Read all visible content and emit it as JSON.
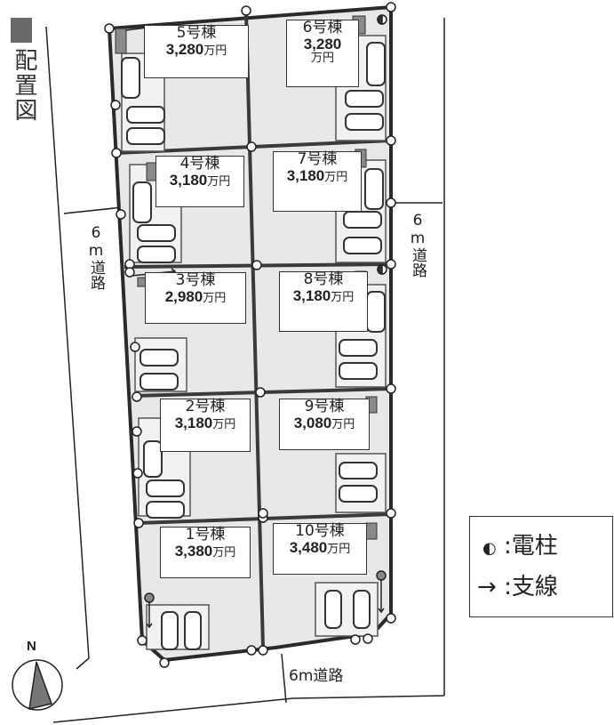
{
  "title": "配置図",
  "roads": {
    "west": {
      "width": "6",
      "unit": "m",
      "label": "道路"
    },
    "east": {
      "width": "6",
      "unit": "m",
      "label": "道路"
    },
    "south": {
      "label": "6m道路"
    }
  },
  "lots": [
    {
      "id": "5",
      "name": "5号棟",
      "price": "3,280",
      "unit": "万円"
    },
    {
      "id": "6",
      "name": "6号棟",
      "price": "3,280",
      "unit": "万円"
    },
    {
      "id": "4",
      "name": "4号棟",
      "price": "3,180",
      "unit": "万円"
    },
    {
      "id": "7",
      "name": "7号棟",
      "price": "3,180",
      "unit": "万円"
    },
    {
      "id": "3",
      "name": "3号棟",
      "price": "2,980",
      "unit": "万円"
    },
    {
      "id": "8",
      "name": "8号棟",
      "price": "3,180",
      "unit": "万円"
    },
    {
      "id": "2",
      "name": "2号棟",
      "price": "3,180",
      "unit": "万円"
    },
    {
      "id": "9",
      "name": "9号棟",
      "price": "3,080",
      "unit": "万円"
    },
    {
      "id": "1",
      "name": "1号棟",
      "price": "3,380",
      "unit": "万円"
    },
    {
      "id": "10",
      "name": "10号棟",
      "price": "3,480",
      "unit": "万円"
    }
  ],
  "legend": {
    "pole_symbol": "◐",
    "pole_label": ":電柱",
    "guy_symbol": "→",
    "guy_label": ":支線"
  },
  "compass": {
    "label": "N"
  },
  "colors": {
    "lot_fill": "#e8e8e8",
    "boundary": "#2a2a2a",
    "meter_box": "#8a8a8a",
    "title_square": "#6a6a6a"
  }
}
